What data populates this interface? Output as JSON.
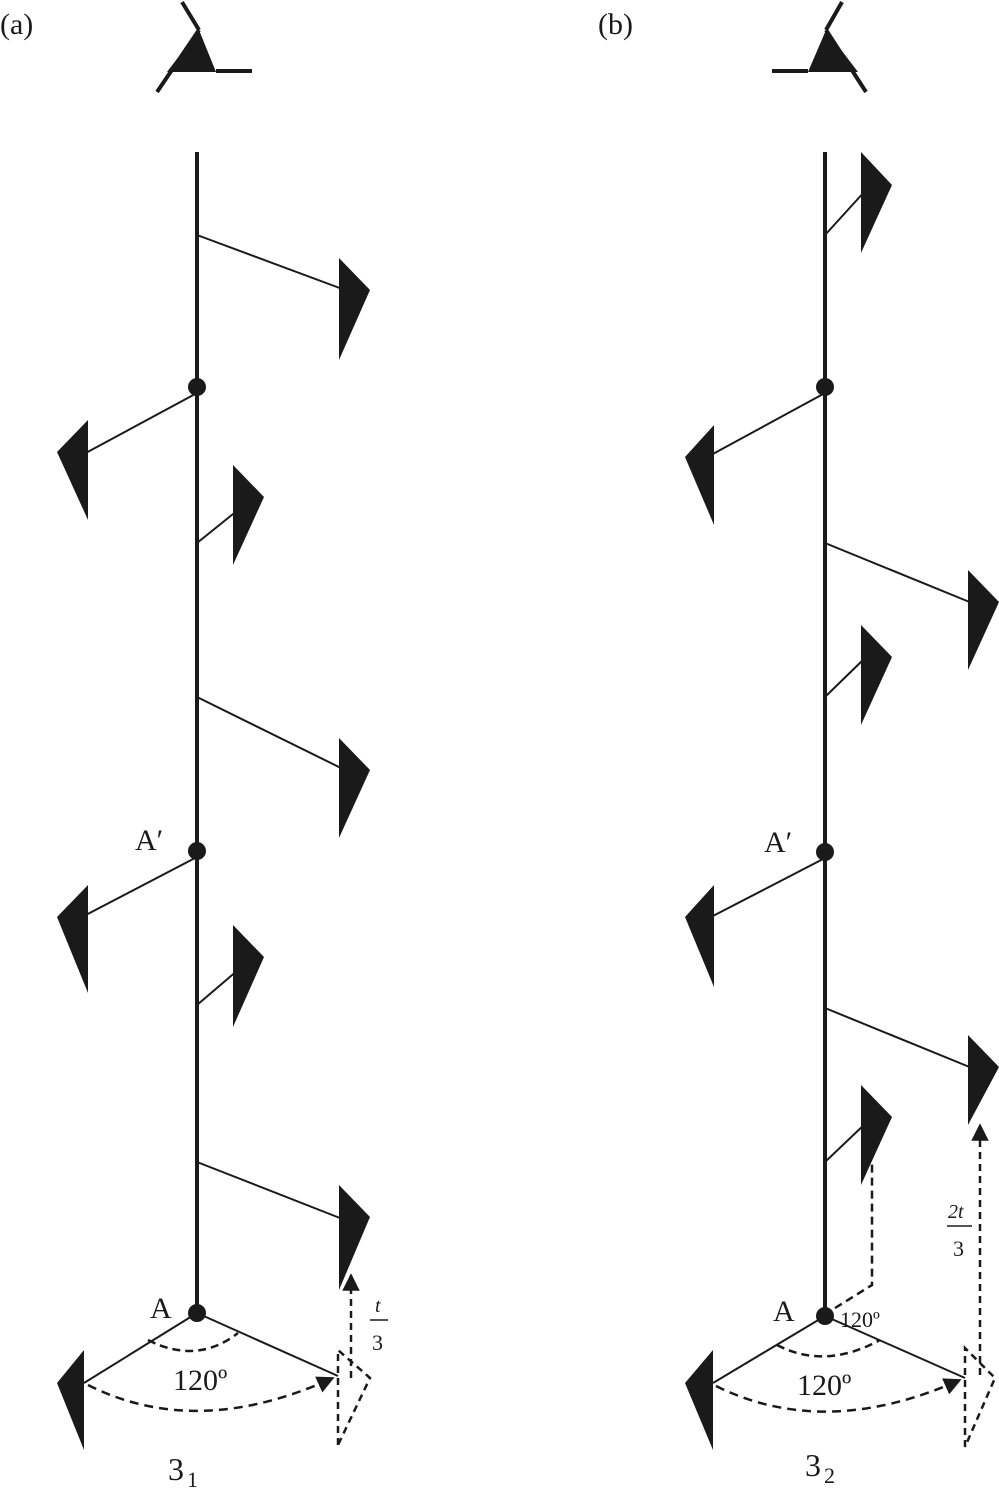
{
  "panels": [
    {
      "id": "a",
      "label": "(a)",
      "axis_symbol": "3",
      "axis_subscript": "1",
      "point_A": "A",
      "point_A_prime": "A′",
      "angle_label": "120º",
      "translation_label": {
        "num": "t",
        "den": "3"
      }
    },
    {
      "id": "b",
      "label": "(b)",
      "axis_symbol": "3",
      "axis_subscript": "2",
      "point_A": "A",
      "point_A_prime": "A′",
      "angle_label": "120º",
      "small_angle_label": "120º",
      "translation_label": {
        "num": "2t",
        "den": "3"
      }
    }
  ],
  "colors": {
    "ink": "#1a1a1a",
    "background": "#ffffff"
  }
}
